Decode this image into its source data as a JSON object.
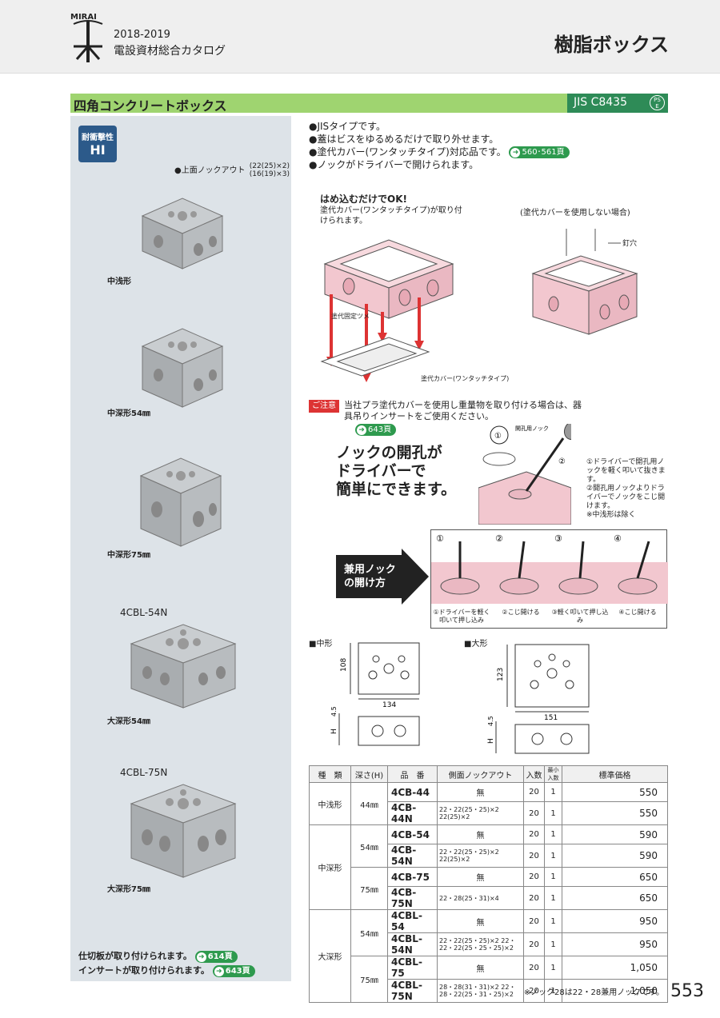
{
  "header": {
    "brand": "MIRAI",
    "year": "2018-2019",
    "catalog": "電設資材総合カタログ",
    "category": "樹脂ボックス"
  },
  "section": {
    "title": "四角コンクリートボックス",
    "jis": "JIS C8435",
    "pse": "PS E"
  },
  "badge": {
    "line1": "耐衝撃性",
    "line2": "HI"
  },
  "knockout": {
    "label": "●上面ノックアウト",
    "top": "22(25)×2",
    "bottom": "16(19)×3"
  },
  "products": [
    {
      "label": "中浅形",
      "code": ""
    },
    {
      "label": "中深形54㎜",
      "code": ""
    },
    {
      "label": "中深形75㎜",
      "code": ""
    },
    {
      "label": "大深形54㎜",
      "code": "4CBL-54N"
    },
    {
      "label": "大深形75㎜",
      "code": "4CBL-75N"
    }
  ],
  "left_notes": [
    {
      "text": "仕切板が取り付けられます。",
      "ref": "614頁"
    },
    {
      "text": "インサートが取り付けられます。",
      "ref": "643頁"
    }
  ],
  "bullets": [
    "●JISタイプです。",
    "●蓋はビスをゆるめるだけで取り外せます。",
    "●塗代カバー(ワンタッチタイプ)対応品です。",
    "●ノックがドライバーで開けられます。"
  ],
  "bullet_ref": "560･561頁",
  "figure1": {
    "title": "はめ込むだけでOK!",
    "sub": "塗代カバー(ワンタッチタイプ)が取り付けられます。",
    "nail_label": "塗代固定ツメ",
    "cover_label": "塗代カバー(ワンタッチタイプ)"
  },
  "figure2": {
    "title": "(塗代カバーを使用しない場合)",
    "nail_hole": "釘穴"
  },
  "caution": {
    "tag": "ご注意",
    "text": "当社プラ塗代カバーを使用し重量物を取り付ける場合は、器具吊りインサートをご使用ください。",
    "ref": "643頁"
  },
  "knock_open": {
    "big": [
      "ノックの開孔が",
      "ドライバーで",
      "簡単にできます。"
    ],
    "label": "開孔用ノック",
    "n1": "①",
    "n2": "②",
    "step1": "①ドライバーで開孔用ノックを軽く叩いて抜きます。",
    "step2": "②開孔用ノックよりドライバーでノックをこじ開けます。",
    "note": "※中浅形は除く"
  },
  "kenyo": {
    "arrow": [
      "兼用ノック",
      "の開け方"
    ],
    "steps": [
      {
        "n": "①",
        "t": "①ドライバーを軽く叩いて押し込み"
      },
      {
        "n": "②",
        "t": "②こじ開ける"
      },
      {
        "n": "③",
        "t": "③軽く叩いて押し込み"
      },
      {
        "n": "④",
        "t": "④こじ開ける"
      }
    ]
  },
  "dims": {
    "mid": {
      "label": "■中形",
      "h": "108",
      "w": "134",
      "t": "4.5",
      "H": "H"
    },
    "large": {
      "label": "■大形",
      "h": "123",
      "w": "151",
      "t": "4.5",
      "H": "H"
    }
  },
  "table": {
    "headers": [
      "種　類",
      "深さ(H)",
      "品　番",
      "側面ノックアウト",
      "入数",
      "最小入数",
      "標準価格"
    ],
    "rows": [
      {
        "type": "中浅形",
        "depth": "44㎜",
        "code": "4CB-44",
        "knock": "無",
        "qty": "20",
        "min": "1",
        "price": "550"
      },
      {
        "type": "",
        "depth": "",
        "code": "4CB-44N",
        "knock": "22・22(25・25)×2 22(25)×2",
        "qty": "20",
        "min": "1",
        "price": "550"
      },
      {
        "type": "中深形",
        "depth": "54㎜",
        "code": "4CB-54",
        "knock": "無",
        "qty": "20",
        "min": "1",
        "price": "590"
      },
      {
        "type": "",
        "depth": "",
        "code": "4CB-54N",
        "knock": "22・22(25・25)×2 22(25)×2",
        "qty": "20",
        "min": "1",
        "price": "590"
      },
      {
        "type": "",
        "depth": "75㎜",
        "code": "4CB-75",
        "knock": "無",
        "qty": "20",
        "min": "1",
        "price": "650"
      },
      {
        "type": "",
        "depth": "",
        "code": "4CB-75N",
        "knock": "22・28(25・31)×4",
        "qty": "20",
        "min": "1",
        "price": "650"
      },
      {
        "type": "大深形",
        "depth": "54㎜",
        "code": "4CBL-54",
        "knock": "無",
        "qty": "20",
        "min": "1",
        "price": "950"
      },
      {
        "type": "",
        "depth": "",
        "code": "4CBL-54N",
        "knock": "22・22(25・25)×2 22・22・22(25・25・25)×2",
        "qty": "20",
        "min": "1",
        "price": "950"
      },
      {
        "type": "",
        "depth": "75㎜",
        "code": "4CBL-75",
        "knock": "無",
        "qty": "20",
        "min": "1",
        "price": "1,050"
      },
      {
        "type": "",
        "depth": "",
        "code": "4CBL-75N",
        "knock": "28・28(31・31)×2 22・28・22(25・31・25)×2",
        "qty": "20",
        "min": "1",
        "price": "1,050"
      }
    ]
  },
  "footnote": "※ノック28は22・28兼用ノックです。",
  "page_number": "553",
  "colors": {
    "green": "#9fd470",
    "dark_green": "#2e8b57",
    "pink": "#f2c7cf",
    "panel": "#dde3e8"
  }
}
